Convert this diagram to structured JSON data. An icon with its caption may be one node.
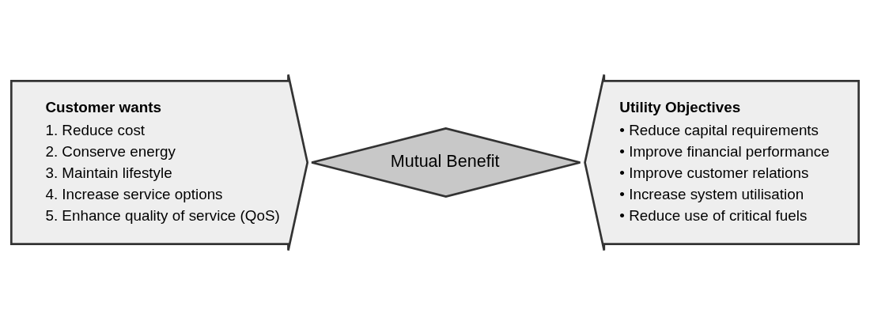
{
  "diagram": {
    "nodes": [
      {
        "text": [
          "Customer wants",
          "1. Reduce cost",
          "2. Conserve energy",
          "3. Maintain lifestyle",
          "4. Increase service options",
          "5. Enhance quality of service (QoS)"
        ]
      },
      {
        "text": [
          "Mutual Benefit"
        ]
      },
      {
        "text": [
          "Utility Objectives",
          "• Reduce capital requirements",
          "• Improve financial performance",
          "• Improve customer relations",
          "• Increase system utilisation",
          "• Reduce use of critical fuels"
        ]
      }
    ],
    "edges": []
  }
}
